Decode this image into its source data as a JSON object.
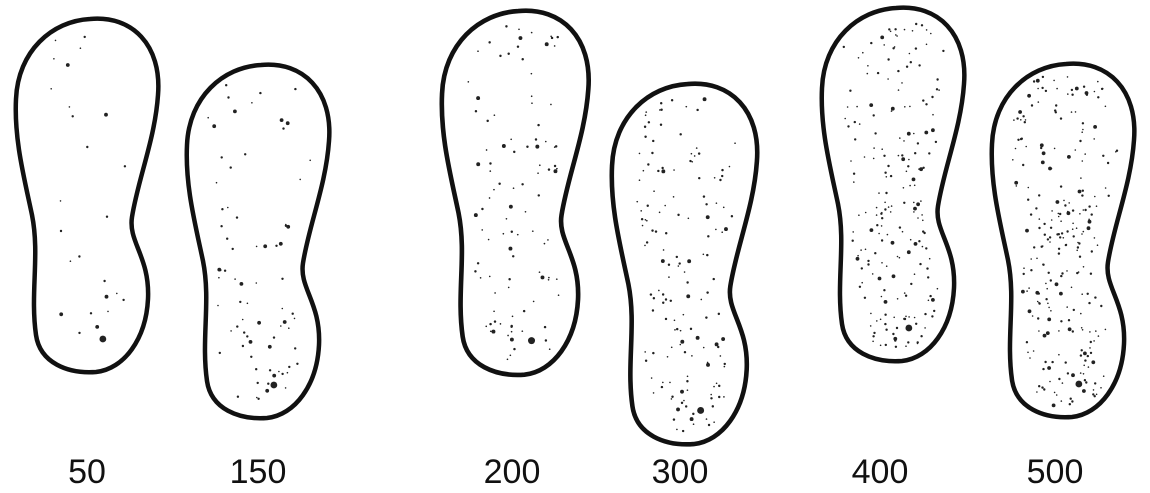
{
  "colors": {
    "outline": "#111111",
    "dots": "#222222",
    "background": "#ffffff"
  },
  "insoles": [
    {
      "label": "50",
      "density": 50
    },
    {
      "label": "150",
      "density": 150
    },
    {
      "label": "200",
      "density": 200
    },
    {
      "label": "300",
      "density": 300
    },
    {
      "label": "400",
      "density": 400
    },
    {
      "label": "500",
      "density": 500
    }
  ]
}
